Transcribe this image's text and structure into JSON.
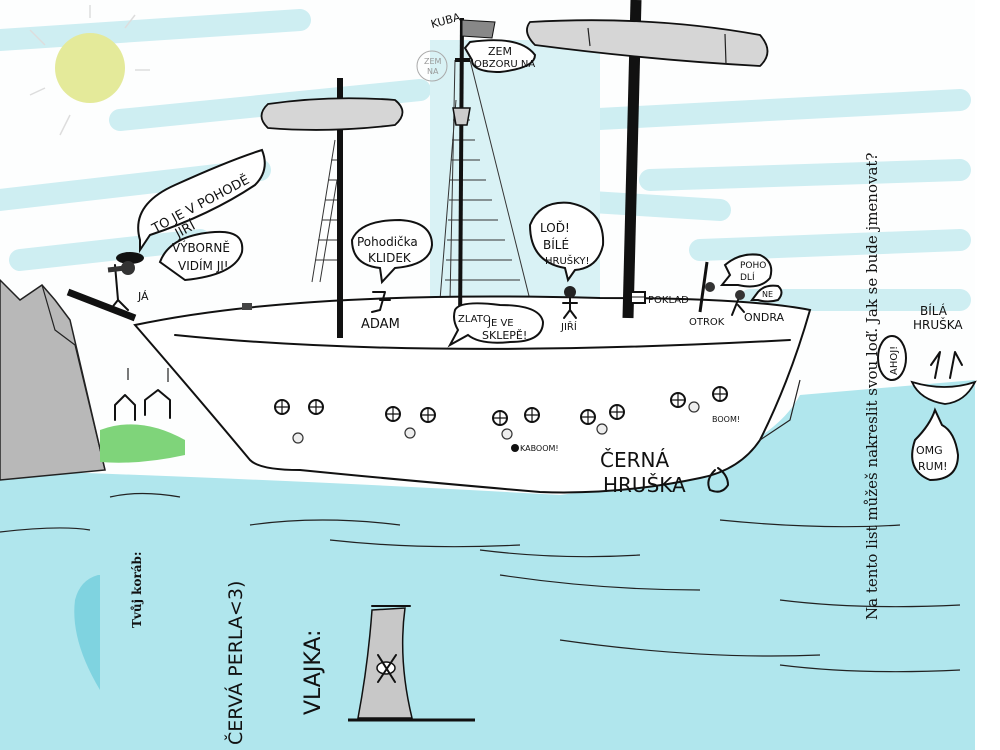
{
  "colors": {
    "sea": "#7fd6e3",
    "sky_strokes": "#bfe9ef",
    "sun": "#e4ea9a",
    "island": "#7fd47a",
    "mountain": "#b5b5b5",
    "sail": "#d6d6d6",
    "ink": "#111111"
  },
  "printed": {
    "prompt": "Na tento list můžeš nakreslit svou loď. Jak se bude jmenovat?",
    "ship_label": "Tvůj koráb:"
  },
  "handwritten": {
    "ship_name": "ČERVÁ PERLA<3)",
    "flag_label": "VLAJKA:",
    "lookout_bubble_1": [
      "TO JE V POHODĚ",
      "JIŘÍ"
    ],
    "lookout_bubble_2": [
      "VÝBORNĚ",
      "VIDÍM JI!"
    ],
    "lookout_name": "JÁ",
    "adam_bubble": [
      "Pohodička",
      "KLIDEK"
    ],
    "adam_name": "ADAM",
    "kuba_name": "KUBA",
    "kuba_bubble": [
      "ZEM",
      "OBZORU NA"
    ],
    "faint_bubble": [
      "ZEM",
      "NA"
    ],
    "gold_bubble": [
      "ZLATO",
      "JE VE",
      "SKLEPĚ!"
    ],
    "jiri_bubble": [
      "LOĎ!",
      "BÍLÉ",
      "HRUŠKY!"
    ],
    "jiri_name": "JIŘÍ",
    "treasure": "POKLAD",
    "slave_name": "OTROK",
    "ondra_bubble": [
      "POHO",
      "DLÍ"
    ],
    "no_bubble": "NE",
    "ondra_name": "ONDRA",
    "boom": "BOOM!",
    "kaboom": "KABOOM!",
    "ship_title": [
      "ČERNÁ",
      "HRUŠKA"
    ],
    "enemy_ship": [
      "BÍLÁ",
      "HRUŠKA"
    ],
    "ahoj_bubble": "AHOJ!",
    "rum_bubble": [
      "OMG",
      "RUM!"
    ]
  }
}
